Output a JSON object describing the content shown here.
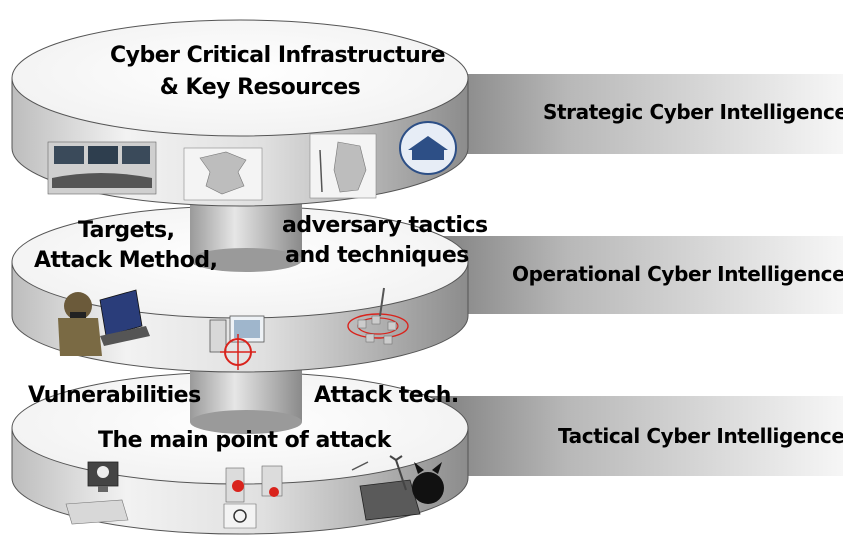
{
  "diagram": {
    "bands": [
      {
        "label": "Strategic Cyber Intelligence"
      },
      {
        "label": "Operational Cyber Intelligence"
      },
      {
        "label": "Tactical Cyber Intelligence"
      }
    ],
    "tiers": {
      "strategic": {
        "line1": "Cyber Critical Infrastructure",
        "line2": "& Key Resources",
        "icons": [
          "control-room-icon",
          "north-korea-map-icon",
          "south-korea-map-icon",
          "seal-emblem-icon"
        ]
      },
      "operational": {
        "left_line1": "Targets,",
        "left_line2": "Attack Method,",
        "right_line1": "adversary tactics",
        "right_line2": "and techniques",
        "icons": [
          "hacker-soldier-icon",
          "targeted-computer-icon",
          "network-attack-icon"
        ]
      },
      "tactical": {
        "left": "Vulnerabilities",
        "right": "Attack tech.",
        "bottom": "The main point of attack",
        "icons": [
          "skull-monitor-icon",
          "email-malware-icon",
          "devil-hacker-icon"
        ]
      }
    },
    "colors": {
      "disk_face": "#ffffff",
      "disk_side_light": "#e8e8e8",
      "disk_side_dark": "#8a8a8a",
      "band_dark": "#7a7a7a",
      "band_light": "#f4f4f4",
      "accent_red": "#d9231c"
    }
  }
}
